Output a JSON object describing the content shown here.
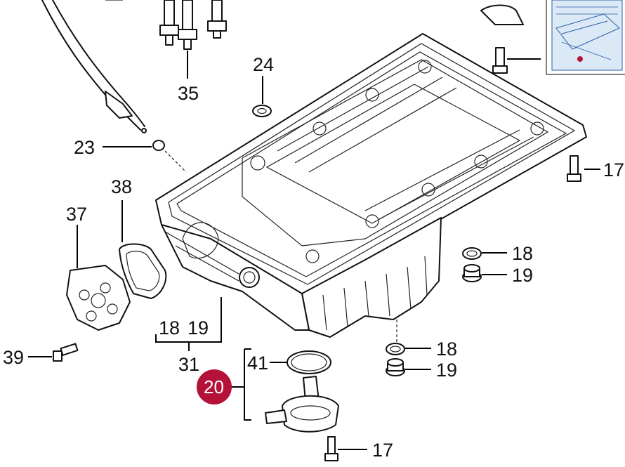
{
  "diagram": {
    "callouts": [
      {
        "id": "24",
        "label": "24"
      },
      {
        "id": "35",
        "label": "35"
      },
      {
        "id": "23",
        "label": "23"
      },
      {
        "id": "17a",
        "label": "17"
      },
      {
        "id": "38",
        "label": "38"
      },
      {
        "id": "37",
        "label": "37"
      },
      {
        "id": "18a",
        "label": "18"
      },
      {
        "id": "19a",
        "label": "19"
      },
      {
        "id": "18b",
        "label": "18"
      },
      {
        "id": "19b",
        "label": "19"
      },
      {
        "id": "31",
        "label": "31"
      },
      {
        "id": "39",
        "label": "39"
      },
      {
        "id": "18c",
        "label": "18"
      },
      {
        "id": "19c",
        "label": "19"
      },
      {
        "id": "41",
        "label": "41"
      },
      {
        "id": "17b",
        "label": "17"
      }
    ],
    "highlight": {
      "label": "20",
      "color": "#b5123a"
    }
  }
}
